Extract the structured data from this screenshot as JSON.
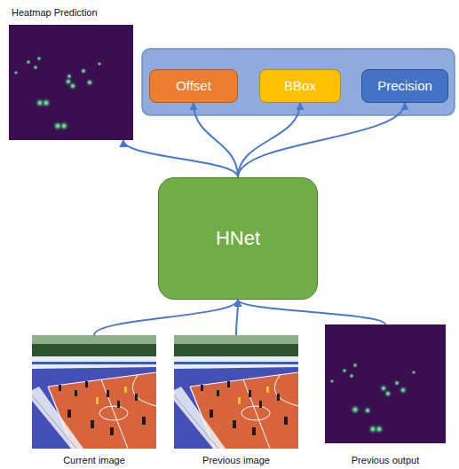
{
  "diagram": {
    "nodes": [
      {
        "text": [
          "Heatmap Prediction"
        ]
      },
      {
        "text": [
          "Offset"
        ]
      },
      {
        "text": [
          "BBox"
        ]
      },
      {
        "text": [
          "Precision"
        ]
      },
      {
        "text": [
          "HNet"
        ]
      },
      {
        "text": [
          "Current image"
        ]
      },
      {
        "text": [
          "Previous image"
        ]
      },
      {
        "text": [
          "Previous output"
        ]
      }
    ],
    "edges": [
      {
        "from": 5,
        "to": 4,
        "arrow": "to"
      },
      {
        "from": 6,
        "to": 4,
        "arrow": "to"
      },
      {
        "from": 7,
        "to": 4,
        "arrow": "to"
      },
      {
        "from": 4,
        "to": 0,
        "arrow": "to"
      },
      {
        "from": 4,
        "to": 1,
        "arrow": "to"
      },
      {
        "from": 4,
        "to": 2,
        "arrow": "to"
      },
      {
        "from": 4,
        "to": 3,
        "arrow": "to"
      }
    ]
  }
}
